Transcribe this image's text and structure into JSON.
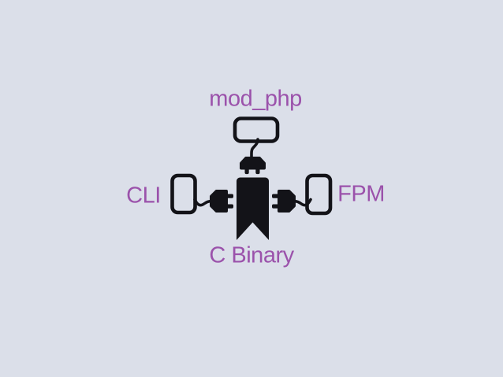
{
  "colors": {
    "background": "#dbdfe9",
    "label": "#9b52ab",
    "icon": "#131318"
  },
  "diagram": {
    "labels": {
      "top": "mod_php",
      "left": "CLI",
      "right": "FPM",
      "bottom": "C Binary"
    },
    "icons": {
      "center": "bookmark-icon",
      "connectors": "plug-icon",
      "endpoints": "rounded-box-icon"
    }
  }
}
